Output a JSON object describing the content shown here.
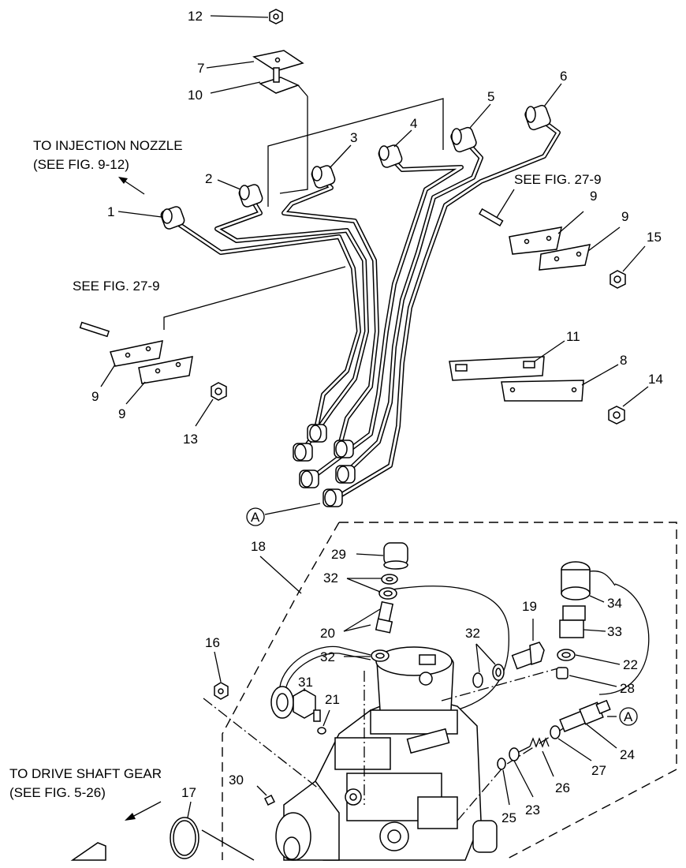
{
  "notes": {
    "injection_nozzle_line1": "TO INJECTION NOZZLE",
    "injection_nozzle_line2": "(SEE FIG. 9-12)",
    "see_fig_27_9_left": "SEE FIG. 27-9",
    "see_fig_27_9_right": "SEE FIG. 27-9",
    "drive_shaft_line1": "TO DRIVE SHAFT GEAR",
    "drive_shaft_line2": "(SEE FIG. 5-26)",
    "ref_a_top": "A",
    "ref_a_right": "A"
  },
  "callouts": {
    "c1": "1",
    "c2": "2",
    "c3": "3",
    "c4": "4",
    "c5": "5",
    "c6": "6",
    "c7": "7",
    "c8": "8",
    "c9a": "9",
    "c9b": "9",
    "c9c": "9",
    "c9d": "9",
    "c10": "10",
    "c11": "11",
    "c12": "12",
    "c13": "13",
    "c14": "14",
    "c15": "15",
    "c16": "16",
    "c17": "17",
    "c18": "18",
    "c19": "19",
    "c20": "20",
    "c21": "21",
    "c22": "22",
    "c23": "23",
    "c24": "24",
    "c25": "25",
    "c26": "26",
    "c27": "27",
    "c28": "28",
    "c29": "29",
    "c30": "30",
    "c31": "31",
    "c32a": "32",
    "c32b": "32",
    "c32c": "32",
    "c33": "33",
    "c34": "34"
  }
}
